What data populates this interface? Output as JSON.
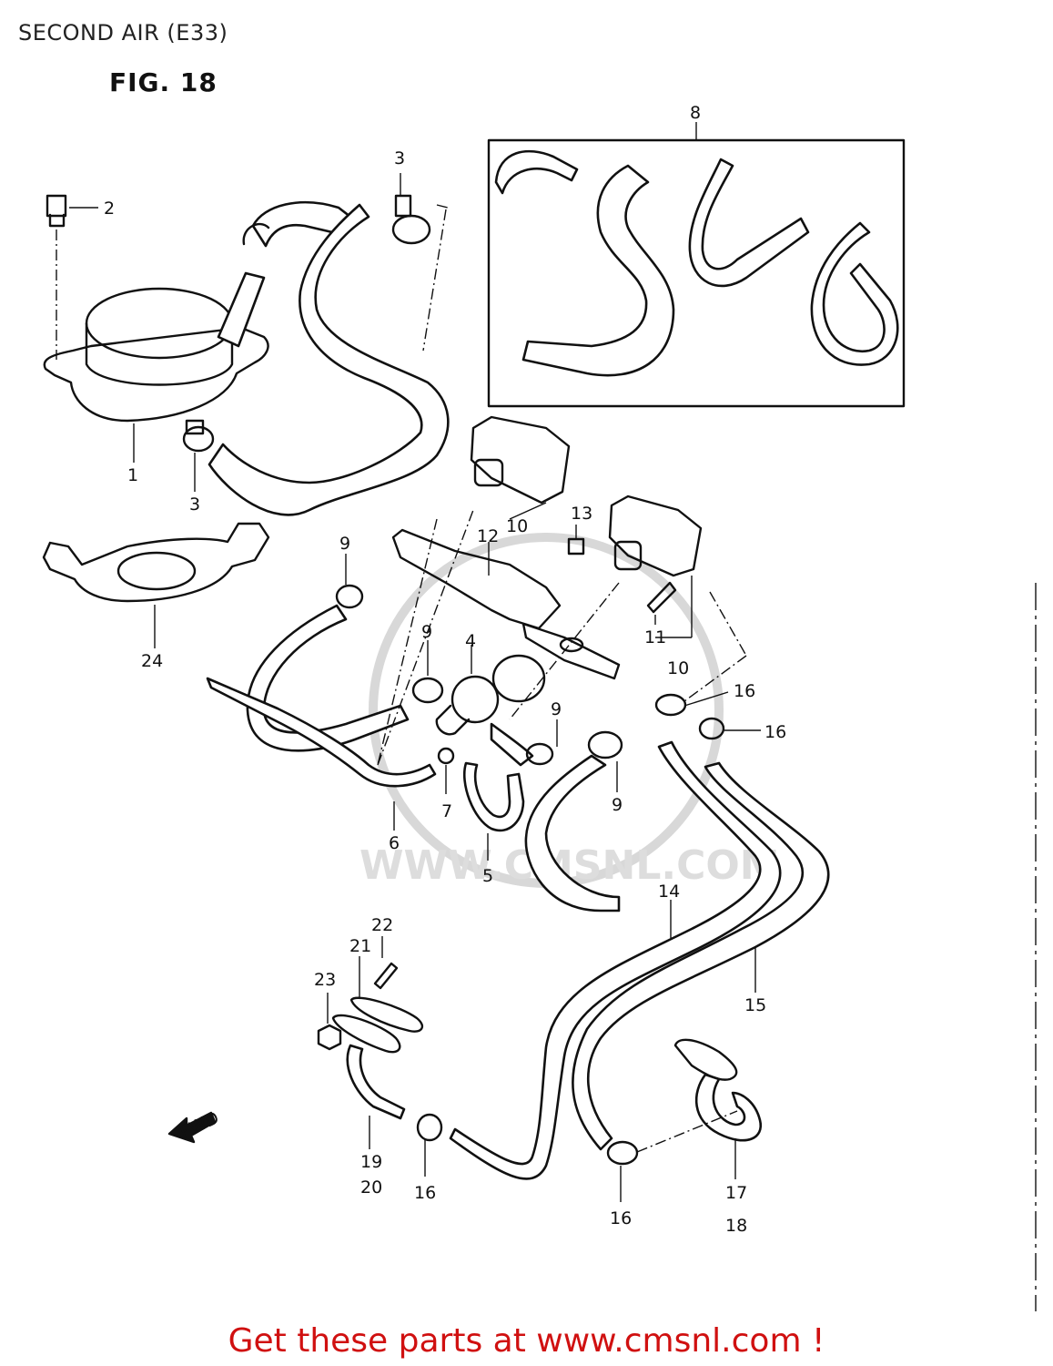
{
  "page": {
    "title": "SECOND AIR (E33)",
    "figure": "FIG. 18"
  },
  "watermark": {
    "text": "WWW.CMSNL.COM"
  },
  "fwd_arrow": {
    "label": "FWD"
  },
  "footer": {
    "link_text": "Get these parts at www.cmsnl.com !",
    "color": "#d01010"
  },
  "callouts": [
    {
      "id": "c1",
      "text": "1"
    },
    {
      "id": "c2",
      "text": "2"
    },
    {
      "id": "c3a",
      "text": "3"
    },
    {
      "id": "c3b",
      "text": "3"
    },
    {
      "id": "c4",
      "text": "4"
    },
    {
      "id": "c5",
      "text": "5"
    },
    {
      "id": "c6",
      "text": "6"
    },
    {
      "id": "c7",
      "text": "7"
    },
    {
      "id": "c8",
      "text": "8"
    },
    {
      "id": "c9a",
      "text": "9"
    },
    {
      "id": "c9b",
      "text": "9"
    },
    {
      "id": "c9c",
      "text": "9"
    },
    {
      "id": "c9d",
      "text": "9"
    },
    {
      "id": "c10a",
      "text": "10"
    },
    {
      "id": "c10b",
      "text": "10"
    },
    {
      "id": "c11",
      "text": "11"
    },
    {
      "id": "c12",
      "text": "12"
    },
    {
      "id": "c13",
      "text": "13"
    },
    {
      "id": "c14",
      "text": "14"
    },
    {
      "id": "c15",
      "text": "15"
    },
    {
      "id": "c16a",
      "text": "16"
    },
    {
      "id": "c16b",
      "text": "16"
    },
    {
      "id": "c16c",
      "text": "16"
    },
    {
      "id": "c16d",
      "text": "16"
    },
    {
      "id": "c17",
      "text": "17"
    },
    {
      "id": "c18",
      "text": "18"
    },
    {
      "id": "c19",
      "text": "19"
    },
    {
      "id": "c20",
      "text": "20"
    },
    {
      "id": "c21",
      "text": "21"
    },
    {
      "id": "c22",
      "text": "22"
    },
    {
      "id": "c23",
      "text": "23"
    },
    {
      "id": "c24",
      "text": "24"
    }
  ]
}
